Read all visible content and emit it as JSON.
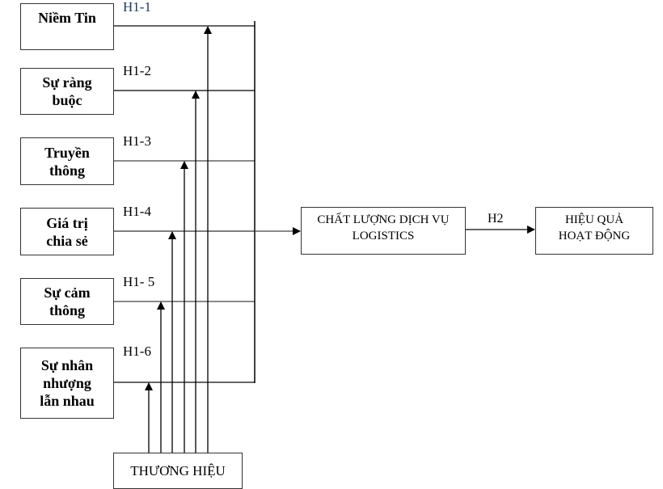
{
  "diagram": {
    "factors": [
      {
        "id": "f1",
        "label": "Niềm Tin",
        "hypothesis": "H1-1"
      },
      {
        "id": "f2",
        "label": "Sự ràng\nbuộc",
        "hypothesis": "H1-2"
      },
      {
        "id": "f3",
        "label": "Truyền\nthông",
        "hypothesis": "H1-3"
      },
      {
        "id": "f4",
        "label": "Giá trị\nchia sẻ",
        "hypothesis": "H1-4"
      },
      {
        "id": "f5",
        "label": "Sự cảm\nthông",
        "hypothesis": "H1- 5"
      },
      {
        "id": "f6",
        "label": "Sự nhân\nnhượng\nlẫn nhau",
        "hypothesis": "H1-6"
      }
    ],
    "moderator": {
      "label": "THƯƠNG HIỆU"
    },
    "mediator": {
      "label": "CHẤT LƯỢNG DỊCH VỤ\nLOGISTICS"
    },
    "outcome": {
      "label": "HIỆU QUẢ\nHOẠT ĐỘNG"
    },
    "h2_label": "H2",
    "colors": {
      "line": "#000000",
      "box_border": "#333333",
      "h1_1_label": "#1f3864"
    }
  }
}
